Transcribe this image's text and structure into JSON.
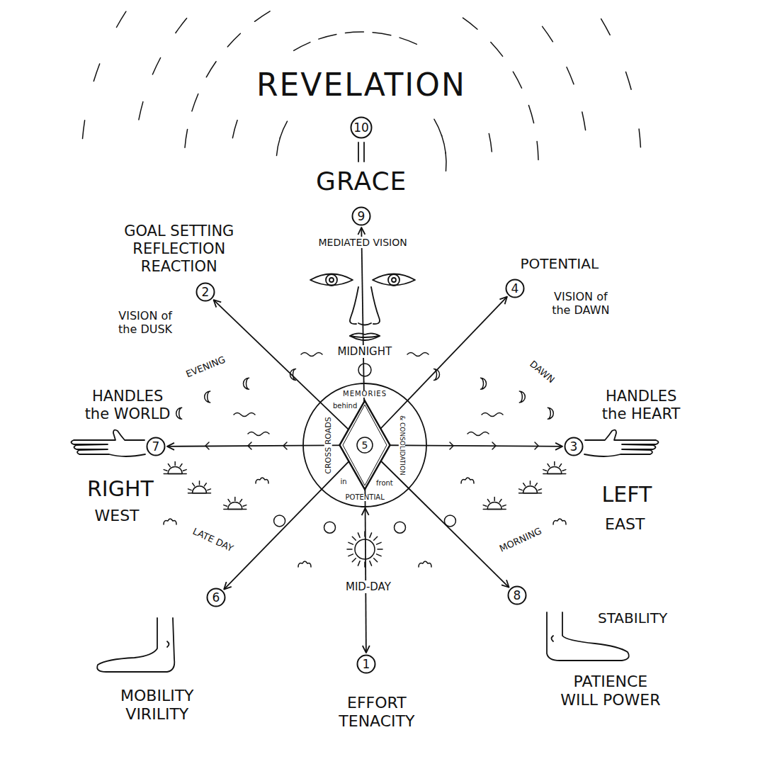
{
  "diagram": {
    "nodes": [
      {
        "text": [
          "10"
        ]
      },
      {
        "text": [
          "9"
        ]
      },
      {
        "text": [
          "2"
        ]
      },
      {
        "text": [
          "4"
        ]
      },
      {
        "text": [
          "7"
        ]
      },
      {
        "text": [
          "MEMORIES",
          "behind",
          "CROSS ROADS",
          "& CONSOLIDATION",
          "in",
          "front",
          "POTENTIAL"
        ]
      },
      {
        "text": [
          "5"
        ],
        "in": 5
      },
      {
        "text": [
          "3"
        ]
      },
      {
        "text": [
          "6"
        ]
      },
      {
        "text": [
          "8"
        ]
      },
      {
        "text": [
          "1"
        ]
      }
    ],
    "edges": [
      {
        "from": 5,
        "to": 1,
        "arrow": "to"
      },
      {
        "from": 5,
        "to": 2,
        "arrow": "to"
      },
      {
        "from": 5,
        "to": 3,
        "arrow": "to"
      },
      {
        "from": 5,
        "to": 4,
        "arrow": "to"
      },
      {
        "from": 5,
        "to": 7,
        "arrow": "to"
      },
      {
        "from": 5,
        "to": 8,
        "arrow": "to"
      },
      {
        "from": 5,
        "to": 9,
        "arrow": "to"
      },
      {
        "from": 5,
        "to": 10,
        "arrow": "both"
      }
    ],
    "labels": [
      "REVELATION",
      "GRACE",
      "MEDIATED VISION",
      "GOAL SETTING REFLECTION REACTION",
      "VISION of the DUSK",
      "POTENTIAL",
      "VISION of the DAWN",
      "MIDNIGHT",
      "EVENING",
      "DAWN",
      "HANDLES the WORLD",
      "HANDLES the HEART",
      "RIGHT",
      "WEST",
      "LEFT",
      "EAST",
      "LATE DAY",
      "MORNING",
      "MID-DAY",
      "MOBILITY VIRILITY",
      "EFFORT TENACITY",
      "STABILITY",
      "PATIENCE WILL POWER"
    ]
  }
}
